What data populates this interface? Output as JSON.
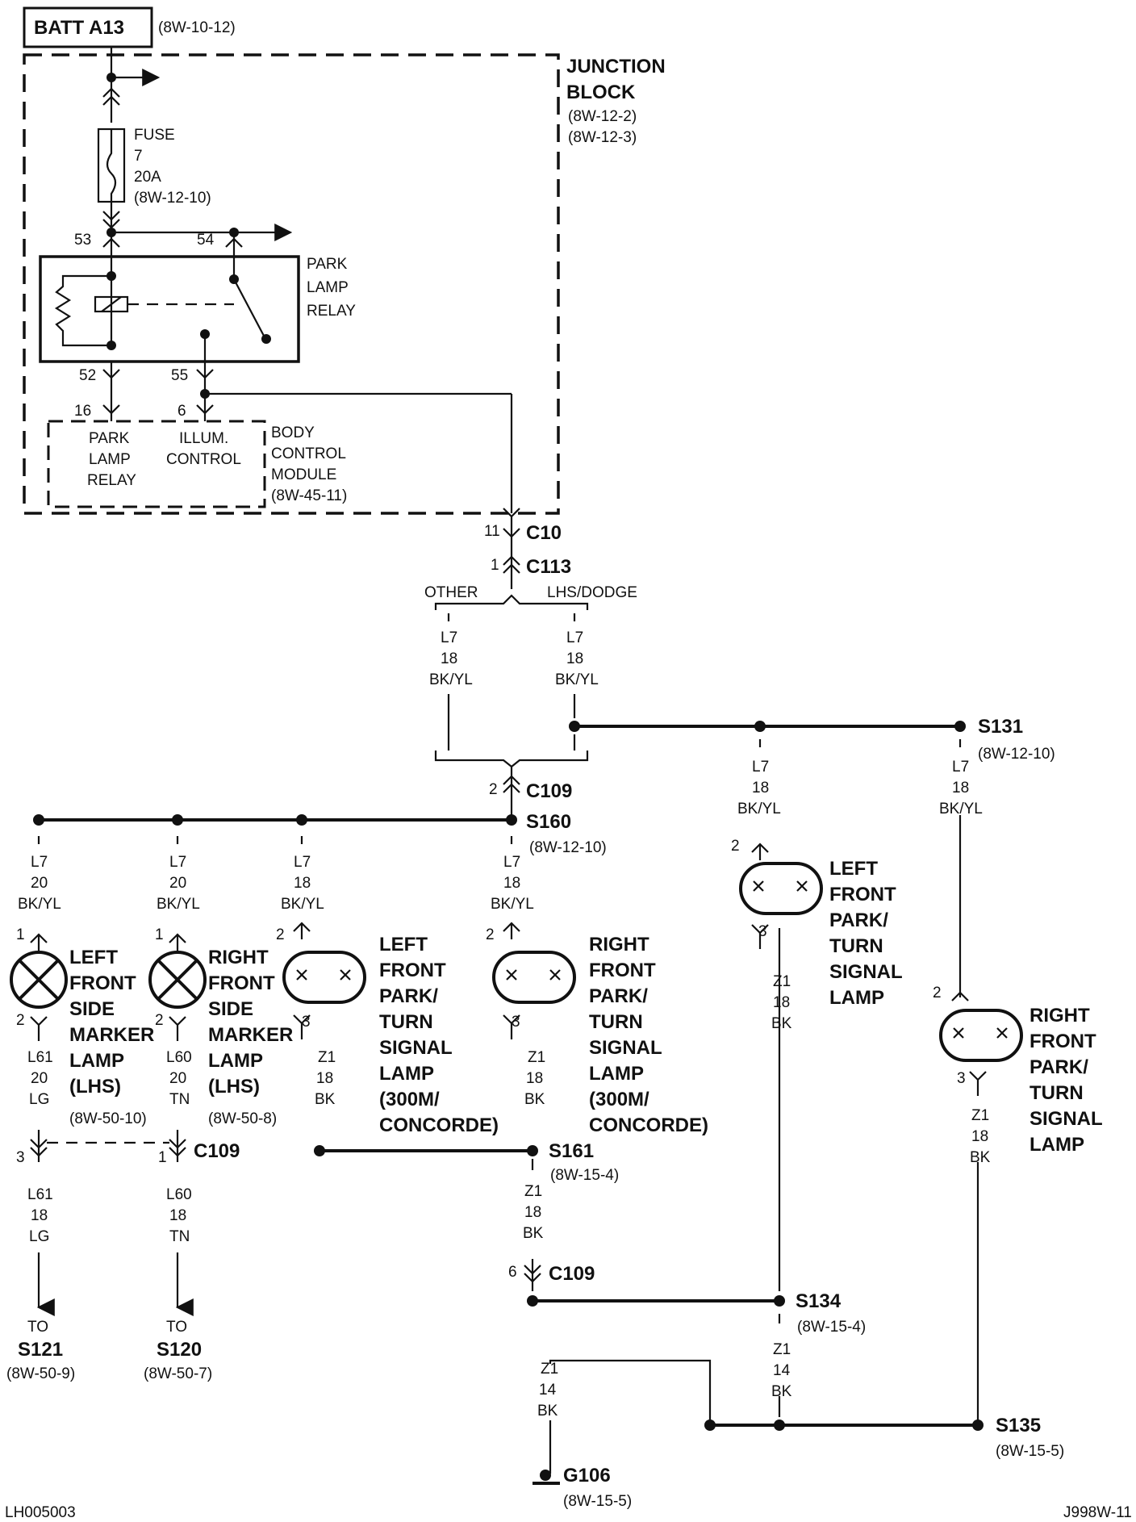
{
  "header": {
    "batt_label": "BATT A13",
    "batt_ref": "(8W-10-12)"
  },
  "junction_block": {
    "title_line1": "JUNCTION",
    "title_line2": "BLOCK",
    "ref1": "(8W-12-2)",
    "ref2": "(8W-12-3)"
  },
  "fuse": {
    "line1": "FUSE",
    "line2": "7",
    "line3": "20A",
    "ref": "(8W-12-10)"
  },
  "relay": {
    "pin_53": "53",
    "pin_54": "54",
    "pin_52": "52",
    "pin_55": "55",
    "label_line1": "PARK",
    "label_line2": "LAMP",
    "label_line3": "RELAY"
  },
  "bcm": {
    "pin_16": "16",
    "pin_6": "6",
    "left_line1": "PARK",
    "left_line2": "LAMP",
    "left_line3": "RELAY",
    "mid_line1": "ILLUM.",
    "mid_line2": "CONTROL",
    "label_line1": "BODY",
    "label_line2": "CONTROL",
    "label_line3": "MODULE",
    "ref": "(8W-45-11)"
  },
  "connectors": {
    "c10_pin": "11",
    "c10": "C10",
    "c113_pin": "1",
    "c113": "C113",
    "other": "OTHER",
    "lhs_dodge": "LHS/DODGE",
    "c109_top_pin": "2",
    "c109_top": "C109",
    "c109_left_pin_l61": "3",
    "c109_left_pin_l60": "1",
    "c109_left": "C109",
    "c109_bottom_pin": "6",
    "c109_bottom": "C109"
  },
  "wires": {
    "l7": "L7",
    "n18": "18",
    "n20": "20",
    "n14": "14",
    "bkyl": "BK/YL",
    "l61": "L61",
    "l60": "L60",
    "lg": "LG",
    "tn": "TN",
    "z1": "Z1",
    "bk": "BK"
  },
  "splices": {
    "s131": "S131",
    "s131_ref": "(8W-12-10)",
    "s160": "S160",
    "s160_ref": "(8W-12-10)",
    "s161": "S161",
    "s161_ref": "(8W-15-4)",
    "s134": "S134",
    "s134_ref": "(8W-15-4)",
    "s135": "S135",
    "s135_ref": "(8W-15-5)",
    "g106": "G106",
    "g106_ref": "(8W-15-5)"
  },
  "lamps": {
    "pin_1": "1",
    "pin_2": "2",
    "pin_3": "3",
    "left_side_marker": [
      "LEFT",
      "FRONT",
      "SIDE",
      "MARKER",
      "LAMP",
      "(LHS)"
    ],
    "left_side_marker_ref": "(8W-50-10)",
    "right_side_marker": [
      "RIGHT",
      "FRONT",
      "SIDE",
      "MARKER",
      "LAMP",
      "(LHS)"
    ],
    "right_side_marker_ref": "(8W-50-8)",
    "left_park_300m": [
      "LEFT",
      "FRONT",
      "PARK/",
      "TURN",
      "SIGNAL",
      "LAMP",
      "(300M/",
      "CONCORDE)"
    ],
    "right_park_300m": [
      "RIGHT",
      "FRONT",
      "PARK/",
      "TURN",
      "SIGNAL",
      "LAMP",
      "(300M/",
      "CONCORDE)"
    ],
    "left_park": [
      "LEFT",
      "FRONT",
      "PARK/",
      "TURN",
      "SIGNAL",
      "LAMP"
    ],
    "right_park": [
      "RIGHT",
      "FRONT",
      "PARK/",
      "TURN",
      "SIGNAL",
      "LAMP"
    ]
  },
  "outputs": {
    "to": "TO",
    "s121": "S121",
    "s121_ref": "(8W-50-9)",
    "s120": "S120",
    "s120_ref": "(8W-50-7)"
  },
  "footer": {
    "left_code": "LH005003",
    "right_code": "J998W-11"
  }
}
